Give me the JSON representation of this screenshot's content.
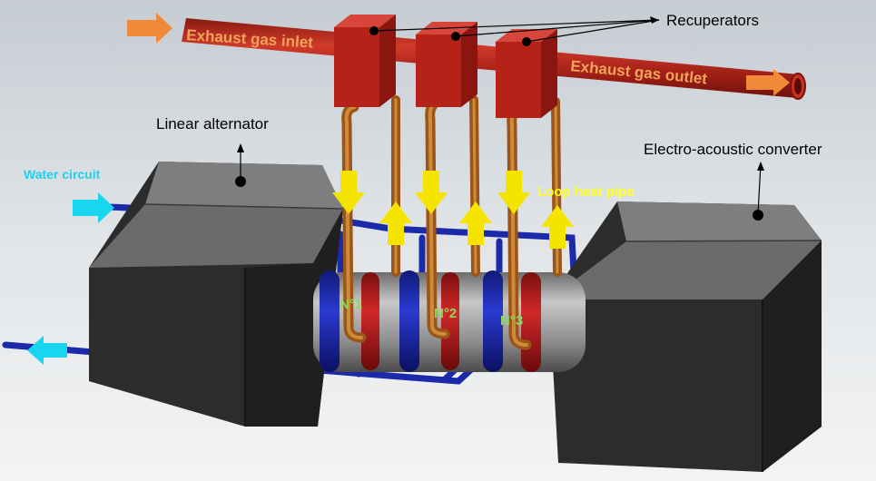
{
  "labels": {
    "exhaust_inlet": "Exhaust gas inlet",
    "exhaust_outlet": "Exhaust gas outlet",
    "recuperators": "Recuperators",
    "linear_alternator": "Linear alternator",
    "electro_acoustic": "Electro-acoustic converter",
    "water_circuit": "Water circuit",
    "loop_heat_pipe": "Loop heat pipe",
    "n1": "N°1",
    "n2": "N°2",
    "n3": "N°3"
  },
  "colors": {
    "background": "#d9dee2",
    "exhaust_pipe": "#b8231a",
    "recuperator": "#c42a20",
    "copper": "#b8681e",
    "block": "#2e2e2e",
    "block_top": "#8a8a8a",
    "water_pipe": "#1a2aa8",
    "arrow_orange": "#f08a3a",
    "arrow_yellow": "#f4e400",
    "arrow_cyan": "#18d6f0",
    "label_cyan": "#20d0f0",
    "label_green": "#8cd85a",
    "label_yellow": "#ffff22",
    "label_orange": "#f0a050"
  },
  "icons": [
    "arrow-right",
    "arrow-left",
    "arrow-down",
    "arrow-up",
    "pointer-dot"
  ]
}
